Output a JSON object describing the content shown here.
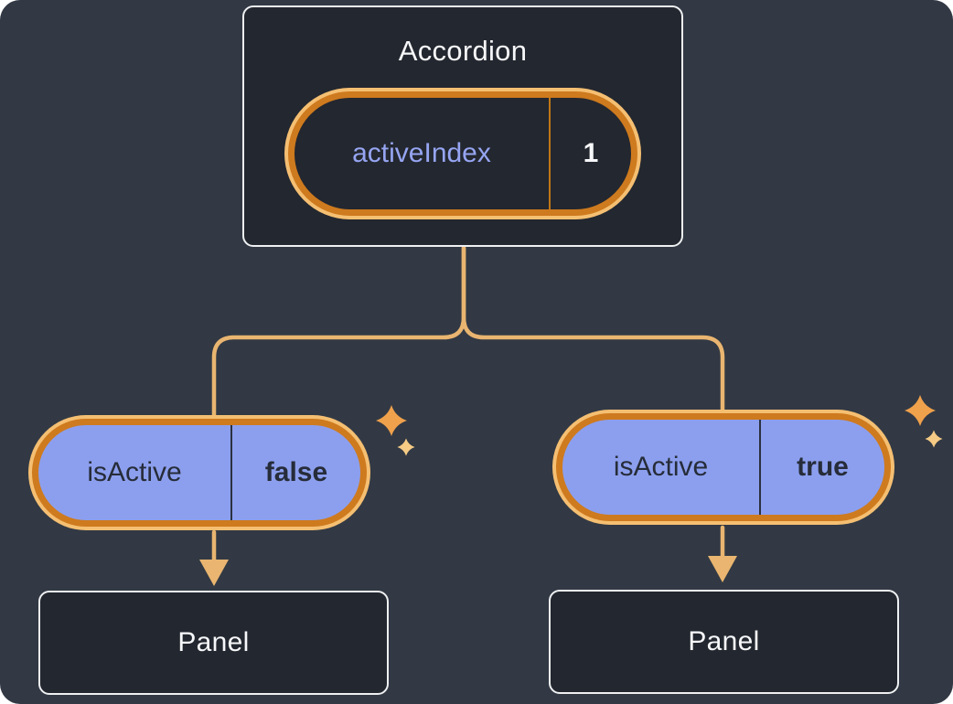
{
  "diagram": {
    "root": {
      "title": "Accordion",
      "state": {
        "label": "activeIndex",
        "value": "1"
      }
    },
    "children": [
      {
        "prop": {
          "label": "isActive",
          "value": "false"
        },
        "panel": {
          "title": "Panel"
        }
      },
      {
        "prop": {
          "label": "isActive",
          "value": "true"
        },
        "panel": {
          "title": "Panel"
        }
      }
    ],
    "icons": [
      "sparkle-icon",
      "arrow-down-icon"
    ],
    "colors": {
      "background": "#323944",
      "box_bg": "#23272F",
      "box_border": "#EEF0F2",
      "text_light": "#F6F7F9",
      "pill_purple": "#8C9FEE",
      "pill_dark_bg": "#23272F",
      "pill_text_dark": "#262C39",
      "state_label": "#96A5F2",
      "accent_orange": "#CE7A1E",
      "ring_light": "#F5BF72",
      "divider_orange": "#C07717",
      "divider_dark": "#2B3140",
      "connector": "#E9B570",
      "sparkle_big": "#F0A14C",
      "sparkle_small": "#F6CB85"
    }
  }
}
